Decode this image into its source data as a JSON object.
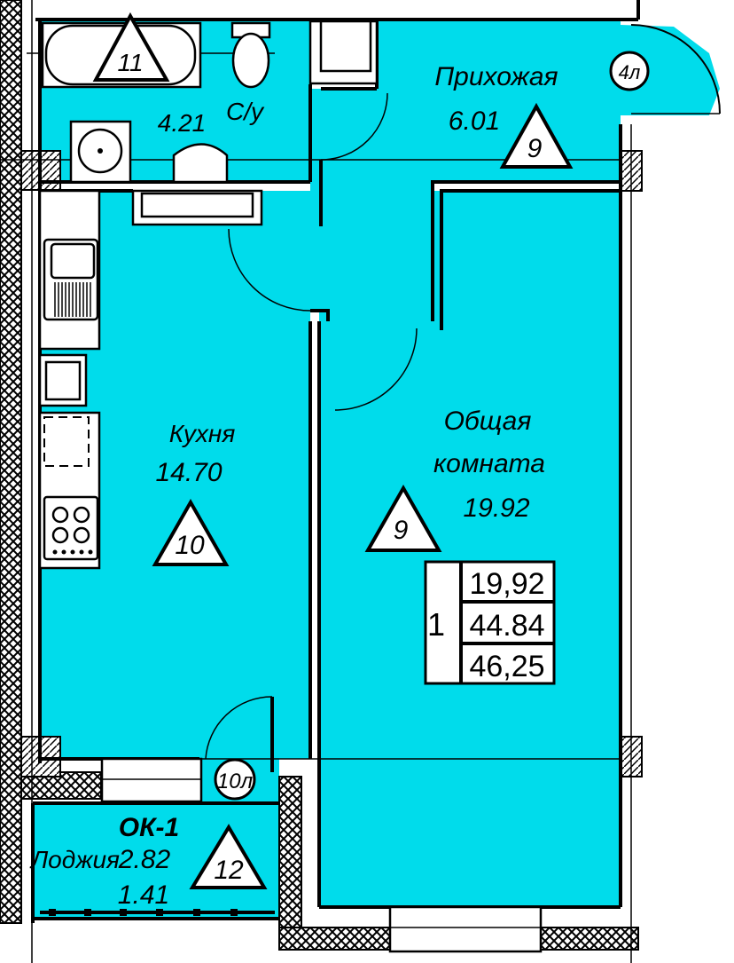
{
  "colors": {
    "room_fill": "#00dceb",
    "wall": "#000000",
    "background": "#ffffff"
  },
  "rooms": {
    "bathroom": {
      "name": "С/у",
      "area": "4.21",
      "marker": "11"
    },
    "hallway": {
      "name": "Прихожая",
      "area": "6.01",
      "marker": "9",
      "window_tag": "4л"
    },
    "kitchen": {
      "name": "Кухня",
      "area": "14.70",
      "marker": "10",
      "window_tag": "10л"
    },
    "living": {
      "name_line1": "Общая",
      "name_line2": "комната",
      "area": "19.92",
      "marker": "9"
    },
    "loggia": {
      "window_code": "ОК-1",
      "name": "Лоджия",
      "area": "2.82",
      "reduced_area": "1.41",
      "marker": "12"
    }
  },
  "summary": {
    "rooms_count": "1",
    "living_area": "19,92",
    "total_area": "44.84",
    "total_with_loggia": "46,25"
  }
}
